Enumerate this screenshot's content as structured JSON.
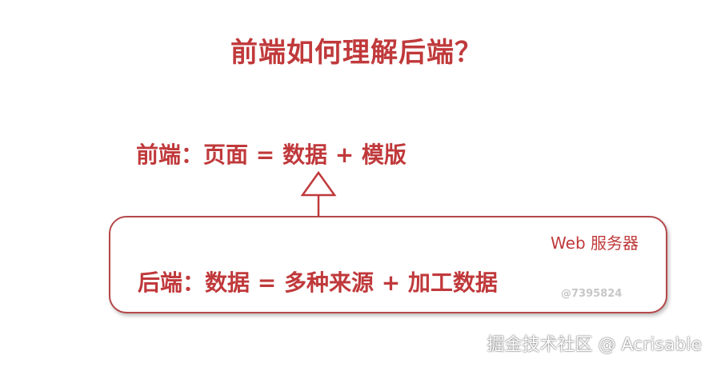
{
  "title": "前端如何理解后端？",
  "frontend": {
    "text": "前端：页面 = 数据 + 模版"
  },
  "server": {
    "label": "Web 服务器",
    "backend_text": "后端：数据 = 多种来源 + 加工数据",
    "stamp": "@7395824"
  },
  "watermark": "掘金技术社区 @ Acrisable",
  "colors": {
    "accent": "#c0393b",
    "border": "#b5484a",
    "stamp": "#c7c7c7"
  }
}
